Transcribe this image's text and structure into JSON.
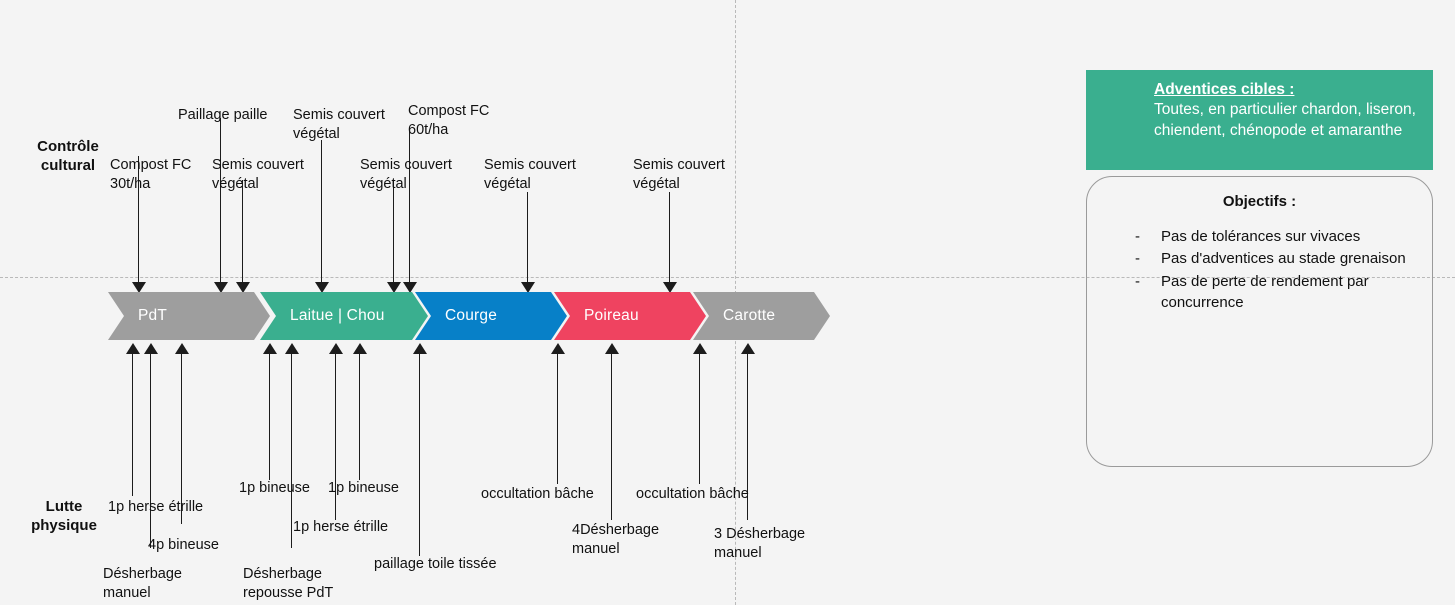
{
  "rows": {
    "cultural": "Contrôle\ncultural",
    "physical": "Lutte\nphysique"
  },
  "timeline": {
    "crops": [
      {
        "name": "PdT",
        "color": "#9e9e9e"
      },
      {
        "name": "Laitue | Chou",
        "color": "#3aaf8f"
      },
      {
        "name": "Courge",
        "color": "#0780c8"
      },
      {
        "name": "Poireau",
        "color": "#ef4360"
      },
      {
        "name": "Carotte",
        "color": "#9e9e9e"
      }
    ]
  },
  "cultural_notes": [
    {
      "text": "Compost FC\n30t/ha"
    },
    {
      "text": "Paillage paille"
    },
    {
      "text": "Semis couvert\nvégétal"
    },
    {
      "text": "Semis couvert\nvégétal"
    },
    {
      "text": "Compost FC\n60t/ha"
    },
    {
      "text": "Semis couvert\nvégétal"
    },
    {
      "text": "Semis couvert\nvégétal"
    },
    {
      "text": "Semis couvert\nvégétal"
    }
  ],
  "physical_notes": [
    {
      "text": "1p herse étrille"
    },
    {
      "text": "4p bineuse"
    },
    {
      "text": "Désherbage\nmanuel"
    },
    {
      "text": "1p bineuse"
    },
    {
      "text": "1p herse étrille"
    },
    {
      "text": "Désherbage\nrepousse PdT"
    },
    {
      "text": "1p bineuse"
    },
    {
      "text": "paillage toile tissée"
    },
    {
      "text": "occultation bâche"
    },
    {
      "text": "4Désherbage\nmanuel"
    },
    {
      "text": "occultation bâche"
    },
    {
      "text": "3 Désherbage\nmanuel"
    }
  ],
  "weeds_panel": {
    "title": "Adventices cibles :",
    "body": "Toutes, en particulier chardon, liseron, chiendent, chénopode et amaranthe",
    "bg_color": "#3aaf8f"
  },
  "objectives_panel": {
    "title": "Objectifs :",
    "bullet": "-",
    "items": [
      "Pas de tolérances sur vivaces",
      "Pas d'adventices au stade grenaison",
      "Pas de perte de rendement par concurrence"
    ]
  }
}
